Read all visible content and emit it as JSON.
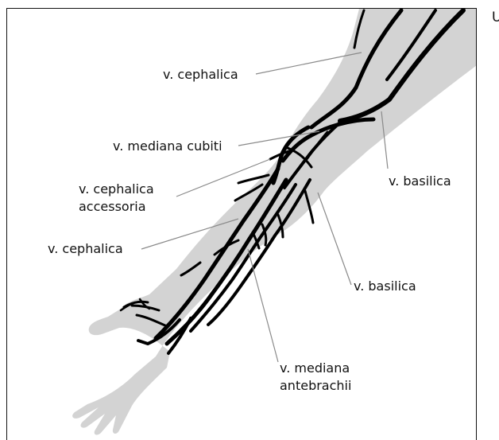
{
  "corner_text": "U",
  "labels": {
    "cephalica_upper": "v. cephalica",
    "mediana_cubiti": "v. mediana cubiti",
    "cephalica_accessoria_line1": "v. cephalica",
    "cephalica_accessoria_line2": "accessoria",
    "cephalica_lower": "v. cephalica",
    "basilica_upper": "v. basilica",
    "basilica_lower": "v. basilica",
    "mediana_antebrachii_line1": "v. mediana",
    "mediana_antebrachii_line2": "antebrachii"
  },
  "colors": {
    "arm_fill": "#d3d3d3",
    "vein": "#000000",
    "leader_line": "#8a8a8a"
  }
}
